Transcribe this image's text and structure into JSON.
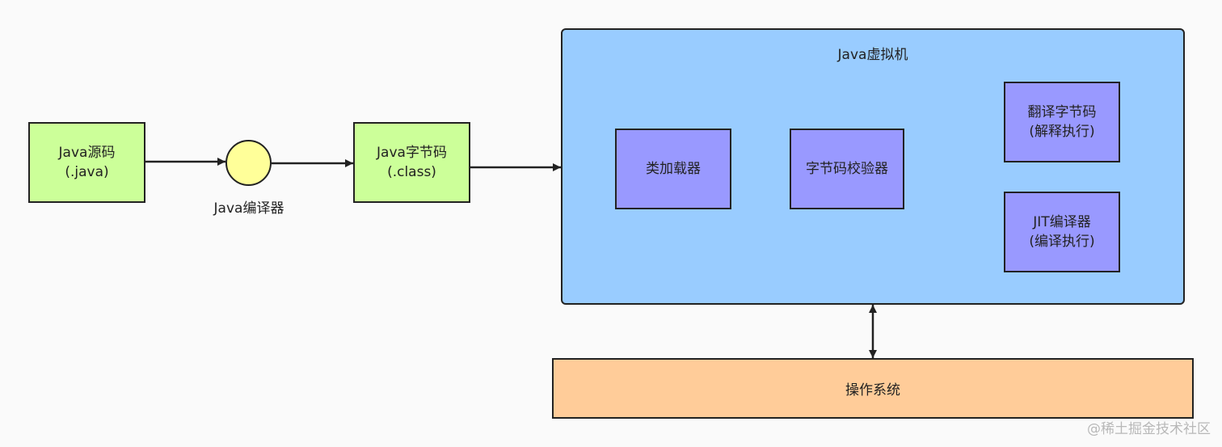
{
  "nodes": {
    "java_source": {
      "line1": "Java源码",
      "line2": "(.java)"
    },
    "compiler": {
      "label": "Java编译器"
    },
    "bytecode": {
      "line1": "Java字节码",
      "line2": "(.class)"
    },
    "jvm": {
      "title": "Java虚拟机"
    },
    "class_loader": {
      "label": "类加载器"
    },
    "bytecode_verifier": {
      "label": "字节码校验器"
    },
    "interpreter": {
      "line1": "翻译字节码",
      "line2": "(解释执行)"
    },
    "jit": {
      "line1": "JIT编译器",
      "line2": "(编译执行)"
    },
    "os": {
      "label": "操作系统"
    }
  },
  "watermark": "@稀土掘金技术社区",
  "colors": {
    "source_fill": "#ccff99",
    "compiler_fill": "#ffff99",
    "jvm_fill": "#99ccff",
    "component_fill": "#9999ff",
    "os_fill": "#ffcc99",
    "stroke": "#222222"
  }
}
